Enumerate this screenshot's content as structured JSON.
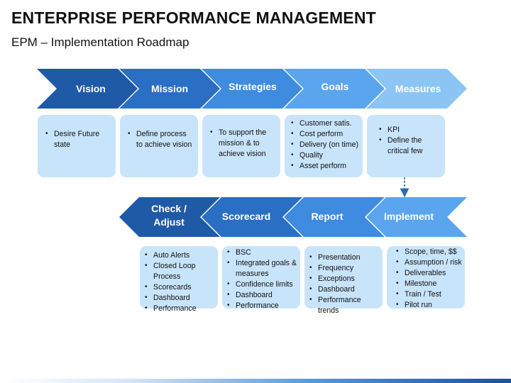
{
  "header": {
    "title": "ENTERPRISE PERFORMANCE MANAGEMENT",
    "subtitle": "EPM – Implementation Roadmap"
  },
  "colors": {
    "stage1": "#1f5aa6",
    "stage2": "#2a6fc4",
    "stage3": "#3e8be0",
    "stage4": "#5aa5ee",
    "stage5": "#8cc5f4",
    "card_fill": "#c8e4fb",
    "connector": "#2b6cb5"
  },
  "top_row": {
    "stages": [
      {
        "label": "Vision",
        "items": [
          "Desire Future state"
        ]
      },
      {
        "label": "Mission",
        "items": [
          "Define process to achieve vision"
        ]
      },
      {
        "label": "Strategies",
        "items": [
          "To support the mission & to achieve vision"
        ]
      },
      {
        "label": "Goals",
        "items": [
          "Customer satis.",
          "Cost perform",
          "Delivery (on time)",
          "Quality",
          "Asset perform"
        ]
      },
      {
        "label": "Measures",
        "items": [
          "KPI",
          "Define the critical few"
        ]
      }
    ]
  },
  "bottom_row": {
    "stages": [
      {
        "label": "Check / Adjust",
        "items": [
          "Auto Alerts",
          "Closed Loop Process",
          "Scorecards",
          "Dashboard",
          "Performance"
        ]
      },
      {
        "label": "Scorecard",
        "items": [
          "BSC",
          "Integrated goals & measures",
          "Confidence limits",
          "Dashboard",
          "Performance"
        ]
      },
      {
        "label": "Report",
        "items": [
          "Presentation",
          "Frequency",
          "Exceptions",
          "Dashboard",
          "Performance trends"
        ]
      },
      {
        "label": "Implement",
        "items": [
          "Scope, time, $$",
          "Assumption / risk",
          "Deliverables",
          "Milestone",
          "Train / Test",
          "Pilot run"
        ]
      }
    ]
  }
}
